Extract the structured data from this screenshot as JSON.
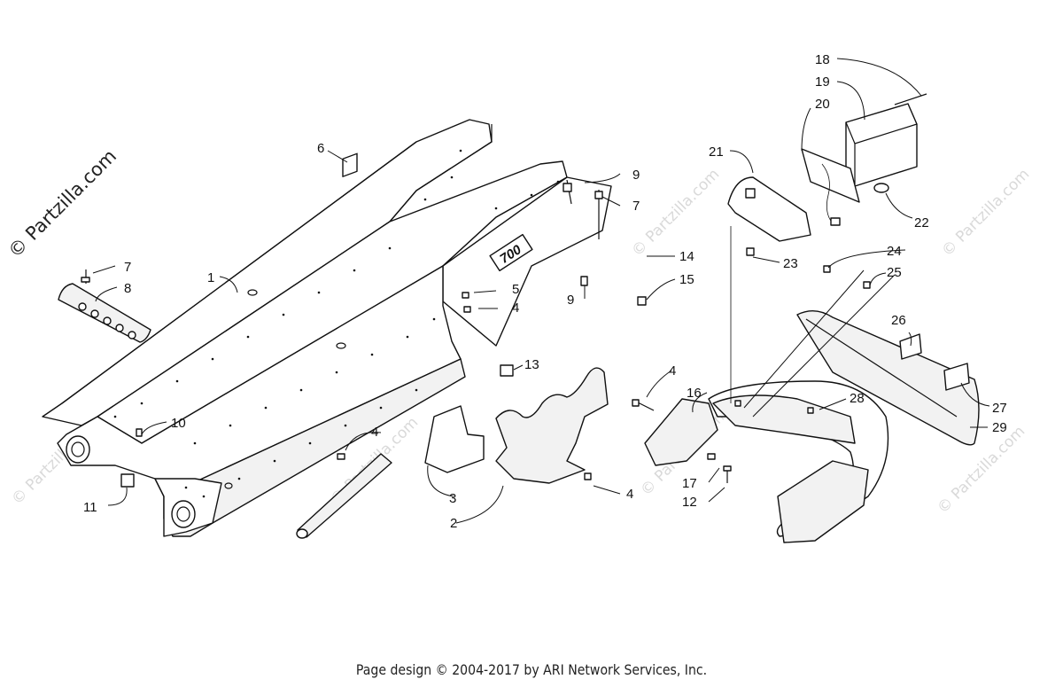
{
  "watermark": {
    "main": "© Partzilla.com",
    "repeat": "© Partzilla.com"
  },
  "decal_text": "700",
  "callouts": {
    "c1": "1",
    "c2": "2",
    "c3": "3",
    "c4a": "4",
    "c4b": "4",
    "c4c": "4",
    "c4d": "4",
    "c5": "5",
    "c6": "6",
    "c7a": "7",
    "c7b": "7",
    "c8": "8",
    "c9a": "9",
    "c9b": "9",
    "c10": "10",
    "c11": "11",
    "c12": "12",
    "c13": "13",
    "c14": "14",
    "c15": "15",
    "c16": "16",
    "c17": "17",
    "c18": "18",
    "c19": "19",
    "c20": "20",
    "c21": "21",
    "c22": "22",
    "c23": "23",
    "c24": "24",
    "c25": "25",
    "c26": "26",
    "c27": "27",
    "c28": "28",
    "c29": "29"
  },
  "footer": "Page design © 2004-2017 by ARI Network Services, Inc."
}
